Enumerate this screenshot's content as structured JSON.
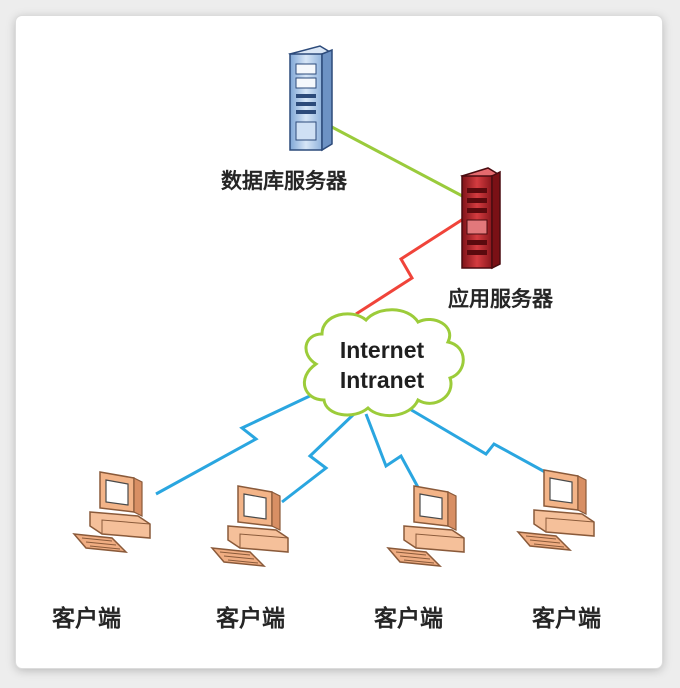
{
  "nodes": {
    "database_server": {
      "label": "数据库服务器"
    },
    "app_server": {
      "label": "应用服务器"
    },
    "network": {
      "line1": "Internet",
      "line2": "Intranet"
    },
    "clients": [
      {
        "label": "客户端"
      },
      {
        "label": "客户端"
      },
      {
        "label": "客户端"
      },
      {
        "label": "客户端"
      }
    ]
  },
  "colors": {
    "db_link": "#9acb3c",
    "app_link": "#f0443a",
    "client_link": "#2aa6e0",
    "cloud_outline": "#9ccc3a",
    "db_server_body": "#b9d3ef",
    "app_server_body": "#b8262c",
    "client_body": "#f5b98a"
  },
  "icons": {
    "database_server": "server-tower-icon",
    "app_server": "server-tower-icon",
    "client": "desktop-computer-icon"
  }
}
